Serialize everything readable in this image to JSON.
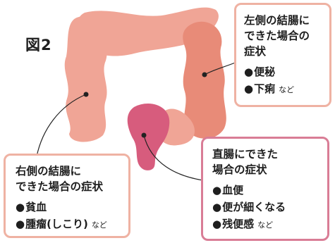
{
  "figure_label": "図2",
  "colors": {
    "colon": "#f0a596",
    "colon_dark": "#e88b78",
    "rectum": "#d75c7d",
    "left_box_border": "#efb2a3",
    "rectal_box_border": "#d97d96",
    "right_box_border": "#efb2a3",
    "pointer": "#222222"
  },
  "left_colon": {
    "heading_lines": [
      "左側の結腸に",
      "できた場合の",
      "症状"
    ],
    "symptoms": [
      {
        "text": "便秘",
        "etc": ""
      },
      {
        "text": "下痢",
        "etc": "など"
      }
    ]
  },
  "rectal": {
    "heading_lines": [
      "直腸にできた",
      "場合の症状"
    ],
    "symptoms": [
      {
        "text": "血便",
        "etc": ""
      },
      {
        "text": "便が細くなる",
        "etc": ""
      },
      {
        "text": "残便感",
        "etc": "など"
      }
    ]
  },
  "right_colon": {
    "heading_lines": [
      "右側の結腸に",
      "できた場合の症状"
    ],
    "symptoms": [
      {
        "text": "貧血",
        "etc": ""
      },
      {
        "text": "腫瘤(しこり)",
        "etc": "など"
      }
    ]
  }
}
